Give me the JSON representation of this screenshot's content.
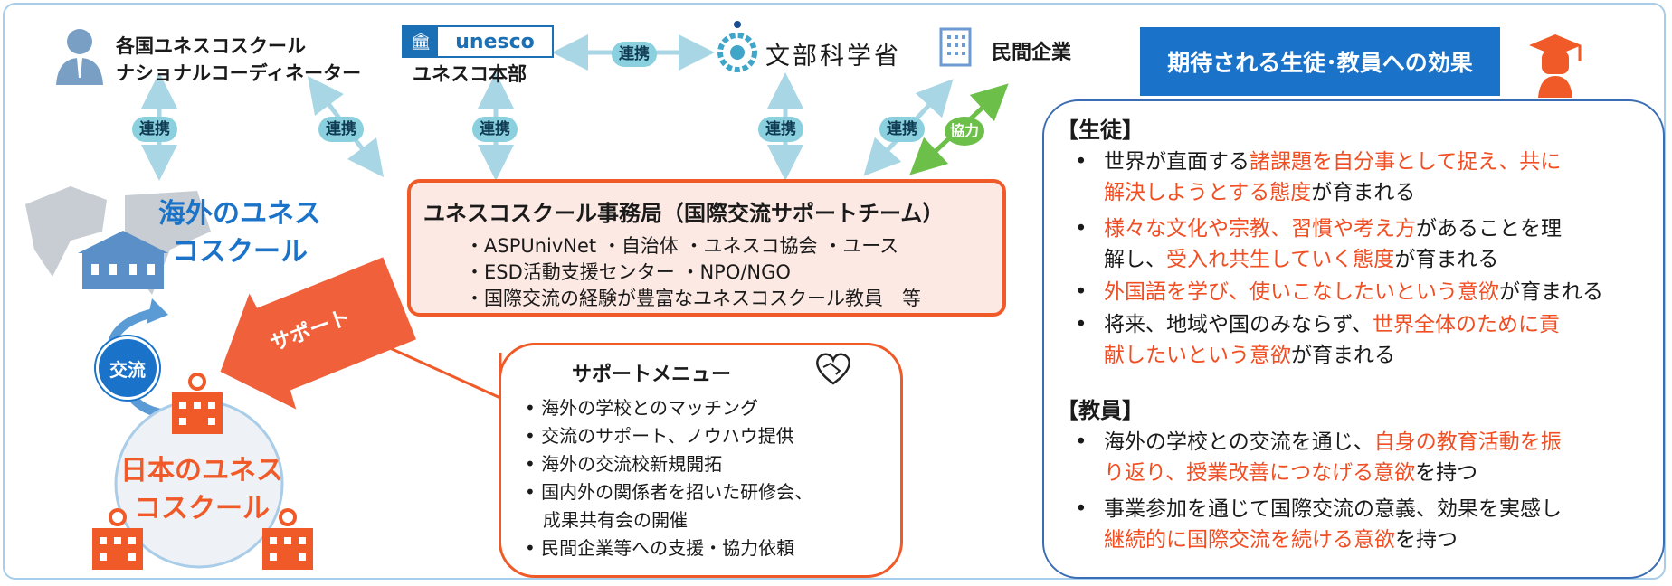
{
  "actors": {
    "coordinator": [
      "各国ユネスコスクール",
      "ナショナルコーディネーター"
    ],
    "unesco_logo": "unesco",
    "unesco_hq": "ユネスコ本部",
    "mext": "文部科学省",
    "company": "民間企業"
  },
  "links": {
    "renkei": "連携",
    "kyoryoku": "協力",
    "koryu": "交流",
    "support": "サポート"
  },
  "overseas_school": [
    "海外のユネス",
    "コスクール"
  ],
  "japan_school": [
    "日本のユネス",
    "コスクール"
  ],
  "secretariat": {
    "title": "ユネスコスクール事務局（国際交流サポートチーム）",
    "lines": [
      "・ASPUnivNet ・自治体 ・ユネスコ協会 ・ユース",
      "・ESD活動支援センター ・NPO/NGO",
      "・国際交流の経験が豊富なユネスコスクール教員　等"
    ]
  },
  "support_menu": {
    "title": "サポートメニュー",
    "items": [
      "• 海外の学校とのマッチング",
      "• 交流のサポート、ノウハウ提供",
      "• 海外の交流校新規開拓",
      "• 国内外の関係者を招いた研修会、",
      "　成果共有会の開催",
      "• 民間企業等への支援・協力依頼"
    ]
  },
  "effects": {
    "title": "期待される生徒･教員への効果",
    "students_heading": "【生徒】",
    "teachers_heading": "【教員】",
    "s1": {
      "a": "世界が直面する",
      "b": "諸課題を自分事として捉え、共に",
      "c": "解決しようとする態度",
      "d": "が育まれる"
    },
    "s2": {
      "a": "様々な文化や宗教、習慣や考え方",
      "b": "があることを理",
      "c": "解し、",
      "d": "受入れ共生していく態度",
      "e": "が育まれる"
    },
    "s3": {
      "a": "外国語を学び、使いこなしたいという意欲",
      "b": "が育まれる"
    },
    "s4": {
      "a": "将来、地域や国のみならず、",
      "b": "世界全体のために貢",
      "c": "献したいという意欲",
      "d": "が育まれる"
    },
    "t1": {
      "a": "海外の学校との交流を通じ、",
      "b": "自身の教育活動を振",
      "c": "り返り、授業改善につなげる意欲",
      "d": "を持つ"
    },
    "t2": {
      "a": "事業参加を通じて国際交流の意義、効果を実感し",
      "b": "継続的に国際交流を続ける意欲",
      "c": "を持つ"
    }
  },
  "colors": {
    "accent_orange": "#f05a28",
    "accent_blue": "#1a73c8",
    "pill_teal": "#8ad0de"
  }
}
